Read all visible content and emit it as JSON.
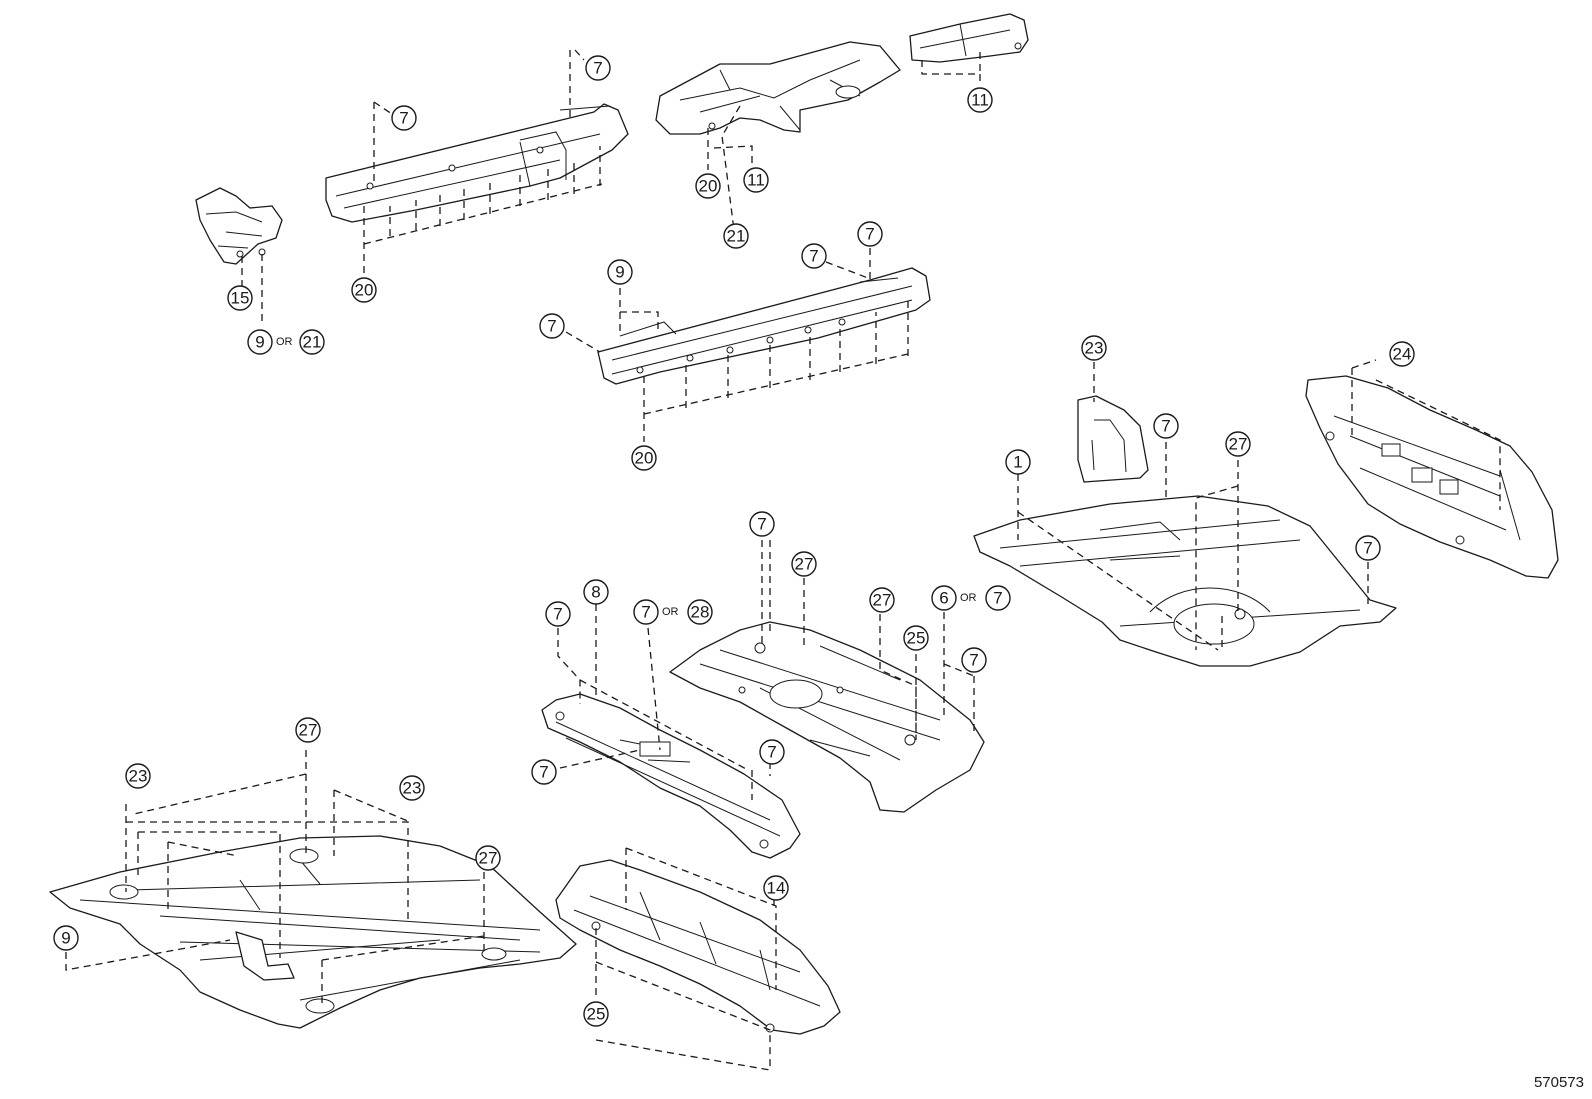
{
  "diagram": {
    "figure_code": "570573",
    "or_word": "OR",
    "callouts": [
      {
        "id": "c1",
        "label": "7"
      },
      {
        "id": "c2",
        "label": "7"
      },
      {
        "id": "c3",
        "label": "20"
      },
      {
        "id": "c4",
        "label": "15"
      },
      {
        "id": "c5",
        "label": "9"
      },
      {
        "id": "c6",
        "label": "21"
      },
      {
        "id": "c7",
        "label": "20"
      },
      {
        "id": "c8",
        "label": "11"
      },
      {
        "id": "c9",
        "label": "21"
      },
      {
        "id": "c10",
        "label": "11"
      },
      {
        "id": "c11",
        "label": "9"
      },
      {
        "id": "c12",
        "label": "7"
      },
      {
        "id": "c13",
        "label": "7"
      },
      {
        "id": "c14",
        "label": "7"
      },
      {
        "id": "c15",
        "label": "20"
      },
      {
        "id": "c16",
        "label": "23"
      },
      {
        "id": "c17",
        "label": "24"
      },
      {
        "id": "c18",
        "label": "1"
      },
      {
        "id": "c19",
        "label": "7"
      },
      {
        "id": "c20",
        "label": "27"
      },
      {
        "id": "c21",
        "label": "7"
      },
      {
        "id": "c22",
        "label": "7"
      },
      {
        "id": "c23",
        "label": "27"
      },
      {
        "id": "c24",
        "label": "27"
      },
      {
        "id": "c25",
        "label": "6"
      },
      {
        "id": "c26",
        "label": "7"
      },
      {
        "id": "c27",
        "label": "25"
      },
      {
        "id": "c28",
        "label": "7"
      },
      {
        "id": "c29",
        "label": "7"
      },
      {
        "id": "c30",
        "label": "8"
      },
      {
        "id": "c31",
        "label": "7"
      },
      {
        "id": "c32",
        "label": "28"
      },
      {
        "id": "c33",
        "label": "7"
      },
      {
        "id": "c34",
        "label": "7"
      },
      {
        "id": "c35",
        "label": "27"
      },
      {
        "id": "c36",
        "label": "23"
      },
      {
        "id": "c37",
        "label": "23"
      },
      {
        "id": "c38",
        "label": "27"
      },
      {
        "id": "c39",
        "label": "9"
      },
      {
        "id": "c40",
        "label": "14"
      },
      {
        "id": "c41",
        "label": "25"
      }
    ]
  }
}
